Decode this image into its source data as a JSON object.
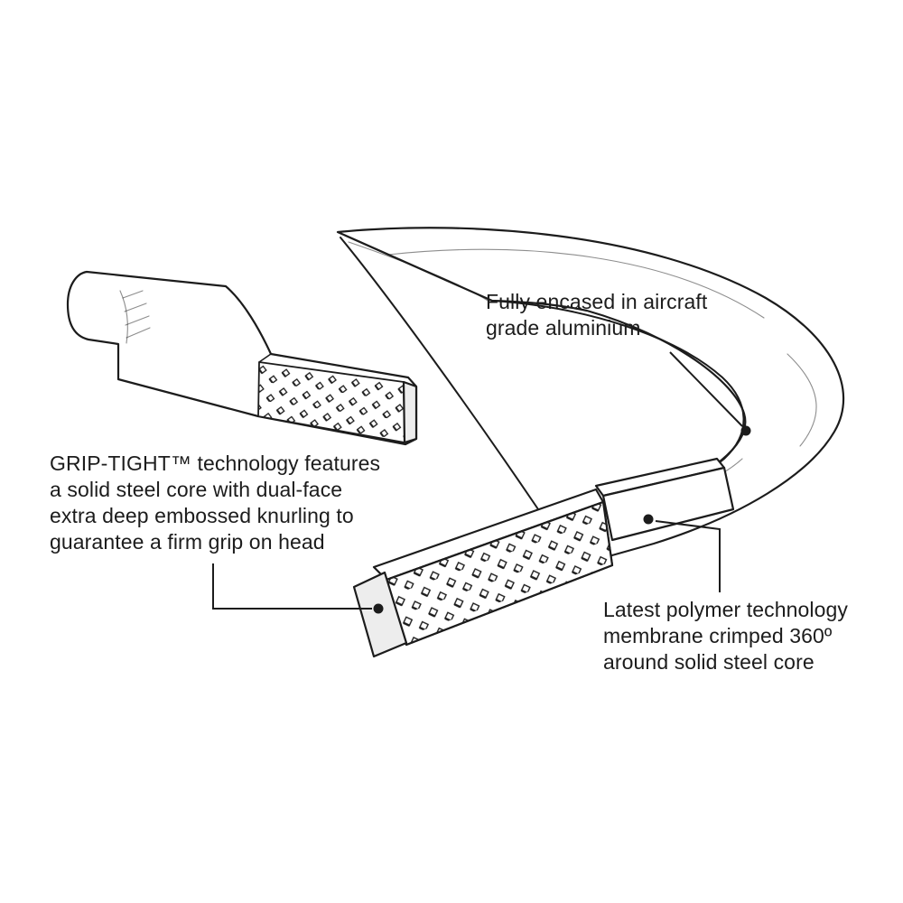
{
  "colors": {
    "ink": "#1c1c1c",
    "paper": "#ffffff",
    "shade": "#ededed"
  },
  "annotations": {
    "aluminium": {
      "lines": [
        "Fully encased in aircraft",
        "grade aluminium"
      ]
    },
    "griptight": {
      "lines": [
        "GRIP-TIGHT™ technology features",
        "a solid steel core with dual-face",
        "extra deep embossed knurling to",
        "guarantee a firm grip on head"
      ]
    },
    "polymer": {
      "lines": [
        "Latest polymer technology",
        "membrane crimped 360º",
        "around solid steel core"
      ]
    }
  }
}
